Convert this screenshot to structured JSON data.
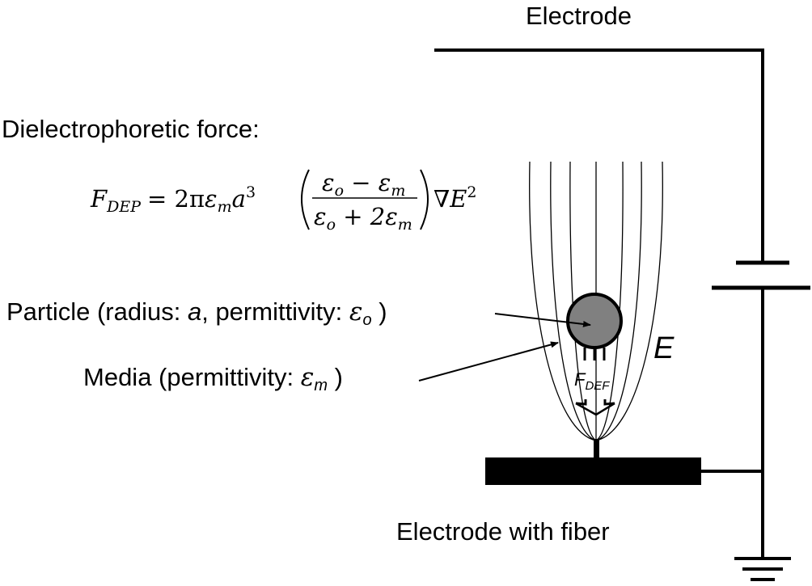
{
  "labels": {
    "top_electrode": "Electrode",
    "force_heading": "Dielectrophoretic force:",
    "particle": "Particle (radius: ",
    "particle_radius_symbol": "a",
    "particle_mid": ", permittivity: ",
    "particle_permittivity_symbol": "ε",
    "particle_permittivity_sub": "o",
    "particle_end": " )",
    "media": "Media (permittivity: ",
    "media_permittivity_symbol": "ε",
    "media_permittivity_sub": "m",
    "media_end": " )",
    "field": "E",
    "force_symbol": "F",
    "force_sub": "DEF",
    "bottom_electrode": "Electrode with fiber"
  },
  "equation": {
    "lhs": "F",
    "lhs_sub": "DEP",
    "equals": "= 2π",
    "eps": "ε",
    "sub_m": "m",
    "a": "a",
    "cube": "3",
    "numerator": "ε",
    "num_sub1": "o",
    "num_op": " − ε",
    "num_sub2": "m",
    "denominator": "ε",
    "den_sub1": "o",
    "den_op": " + 2ε",
    "den_sub2": "m",
    "grad": "∇E",
    "square": "2"
  },
  "colors": {
    "particle_fill": "#808080",
    "line": "#000000"
  }
}
